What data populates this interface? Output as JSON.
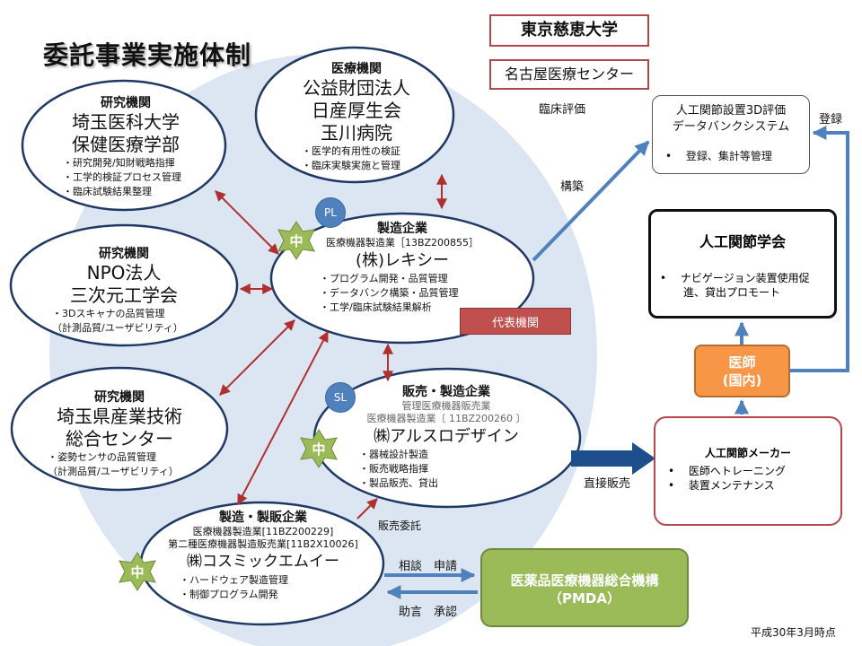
{
  "title": "委託事業実施体制",
  "univ1": "東京慈恵大学",
  "univ2": "名古屋医療センター",
  "eval_label": "臨床評価",
  "org_saitama_med": {
    "type": "研究機関",
    "name1": "埼玉医科大学",
    "name2": "保健医療学部",
    "items": [
      "・研究開発/知財戦略指揮",
      "・工学的検証プロセス管理",
      "・臨床試験結果整理"
    ]
  },
  "org_medical": {
    "type": "医療機関",
    "name1": "公益財団法人",
    "name2": "日産厚生会",
    "name3": "玉川病院",
    "items": [
      "・医学的有用性の検証",
      "・臨床実験実施と管理"
    ]
  },
  "org_npo": {
    "type": "研究機関",
    "name1": "NPO法人",
    "name2": "三次元工学会",
    "items": [
      "・3Dスキャナの品質管理",
      "（計測品質/ユーザビリティ）"
    ]
  },
  "org_saitama_ind": {
    "type": "研究機関",
    "name1": "埼玉県産業技術",
    "name2": "総合センター",
    "items": [
      "・姿勢センサの品質管理",
      "（計測品質/ユーザビリティ）"
    ]
  },
  "org_lexi": {
    "type": "製造企業",
    "license": "医療機器製造業［13BZ200855］",
    "name": "(株)レキシー",
    "items": [
      "・プログラム開発・品質管理",
      "・データバンク構築・品質管理",
      "・工学/臨床試験結果解析"
    ]
  },
  "org_arslo": {
    "type": "販売・製造企業",
    "license1": "管理医療機器販売業",
    "license2": "医療機器製造業〔 11BZ200260 〕",
    "name": "㈱アルスロデザイン",
    "items": [
      "・器械設計製造",
      "・販売戦略指揮",
      "・製品販売、貸出"
    ]
  },
  "org_cosmic": {
    "type": "製造・製販企業",
    "license1": "医療機器製造業[11BZ200229]",
    "license2": "第二種医療機器製造販売業[11B2X10026]",
    "name": "㈱コスミックエムイー",
    "items": [
      "・ハードウェア製造管理",
      "・制御プログラム開発"
    ]
  },
  "badges": {
    "pl": "PL",
    "sl": "SL",
    "chu": "中"
  },
  "rep_label": "代表機関",
  "databank": {
    "title1": "人工関節設置3D評価",
    "title2": "データバンクシステム",
    "item": "•　 登録、集計等管理"
  },
  "label_build": "構築",
  "label_register": "登録",
  "society": {
    "title": "人工関節学会",
    "item1": "•　 ナビゲージョン装置使用促",
    "item2": "進、貸出プロモート"
  },
  "doctor": {
    "line1": "医師",
    "line2": "(国内)"
  },
  "maker": {
    "title": "人工関節メーカー",
    "item1": "•　 医師へトレーニング",
    "item2": "•　 装置メンテナンス"
  },
  "label_direct": "直接販売",
  "label_consign": "販売委託",
  "label_consult": "相談　申請",
  "label_advice": "助言　承認",
  "pmda": {
    "line1": "医薬品医療機器総合機構",
    "line2": "（PMDA）"
  },
  "date": "平成30年3月時点",
  "colors": {
    "accent_red": "#b5464b",
    "arrow_blue": "#4f81bd",
    "dark_red": "#c0504d",
    "doctor_orange": "#f79646",
    "pmda_green": "#9bbb59",
    "bg_circle": "#dce6f2"
  }
}
